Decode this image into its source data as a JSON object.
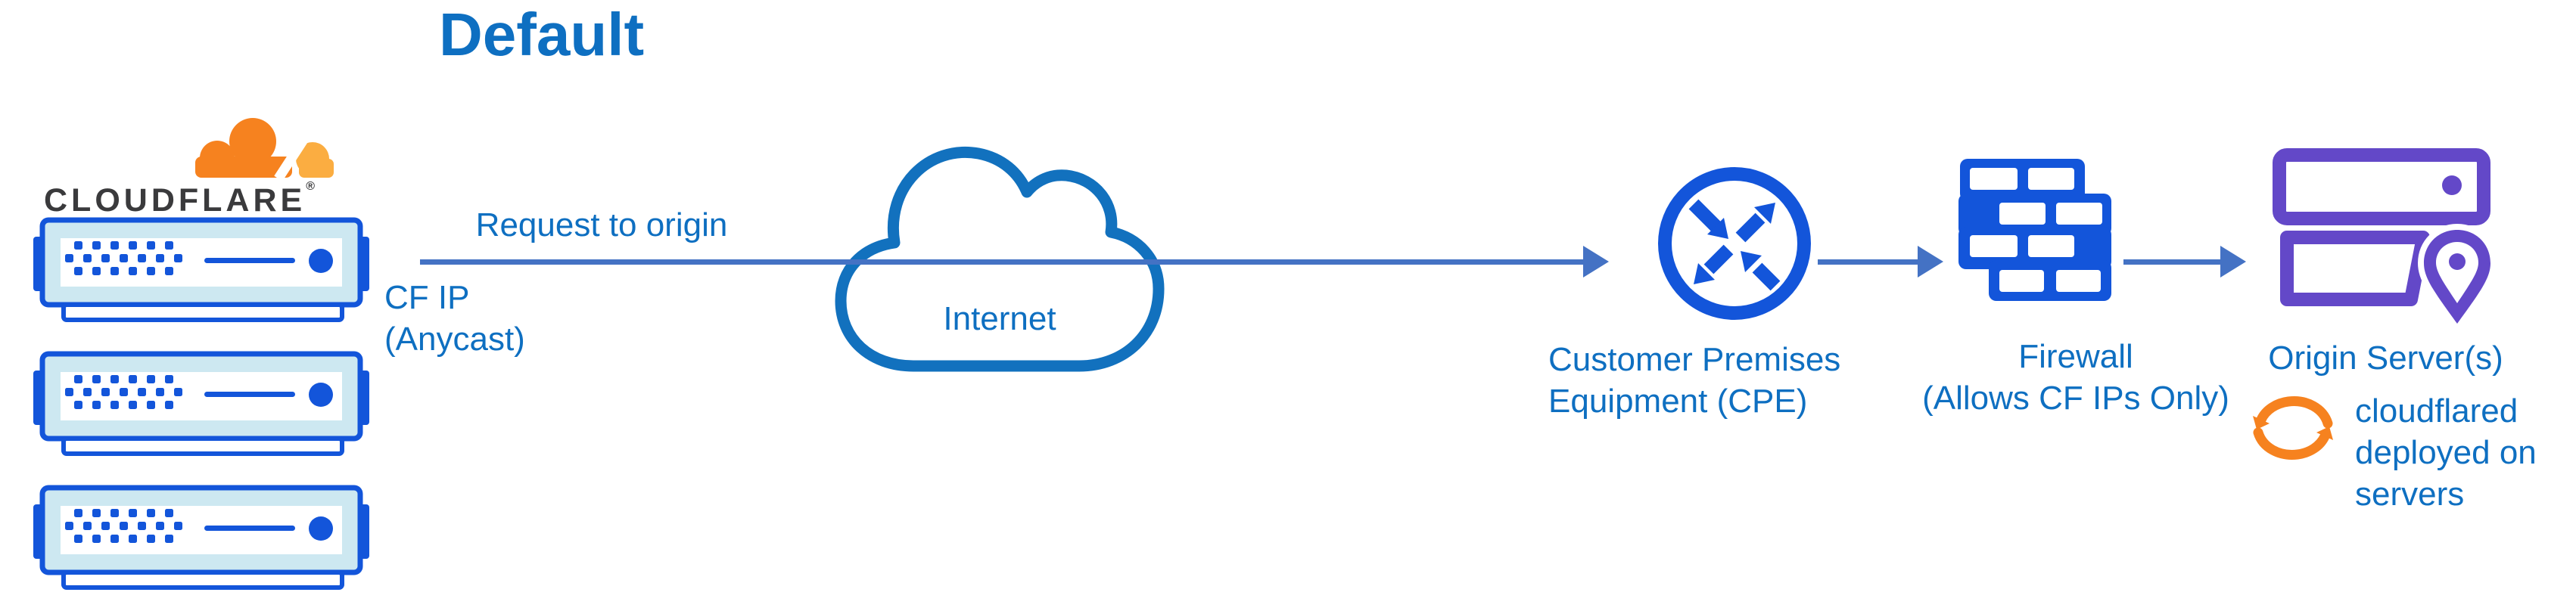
{
  "title": "Default",
  "colors": {
    "label_blue": "#0E6FC1",
    "icon_blue": "#1355DA",
    "server_panel": "#CDE8F1",
    "arrow_blue": "#4472C4",
    "cloud_blue": "#1271BE",
    "origin_purple": "#6348C8",
    "orange": "#F6821F",
    "orange_light": "#FBAD41",
    "wordmark_dark": "#3A3A3C"
  },
  "cloudflare": {
    "wordmark": "CLOUDFLARE",
    "registered_mark": "®",
    "edge_server_count": 3
  },
  "flow": {
    "request_label": "Request to origin",
    "ip_label": "CF IP\n(Anycast)"
  },
  "internet": {
    "label": "Internet"
  },
  "cpe": {
    "label": "Customer Premises\nEquipment (CPE)"
  },
  "firewall": {
    "label": "Firewall\n(Allows CF IPs Only)"
  },
  "origin": {
    "label": "Origin Server(s)",
    "note": "cloudflared\ndeployed on\nservers"
  },
  "icons": {
    "cloudflare_logo": "orange-cloud-logo",
    "edge_server": "server-rack",
    "internet": "cloud-outline",
    "cpe": "circle-converging-arrows-router",
    "firewall": "brick-wall",
    "origin": "stacked-servers-with-location-pin",
    "cloudflared": "sync-arrows"
  }
}
